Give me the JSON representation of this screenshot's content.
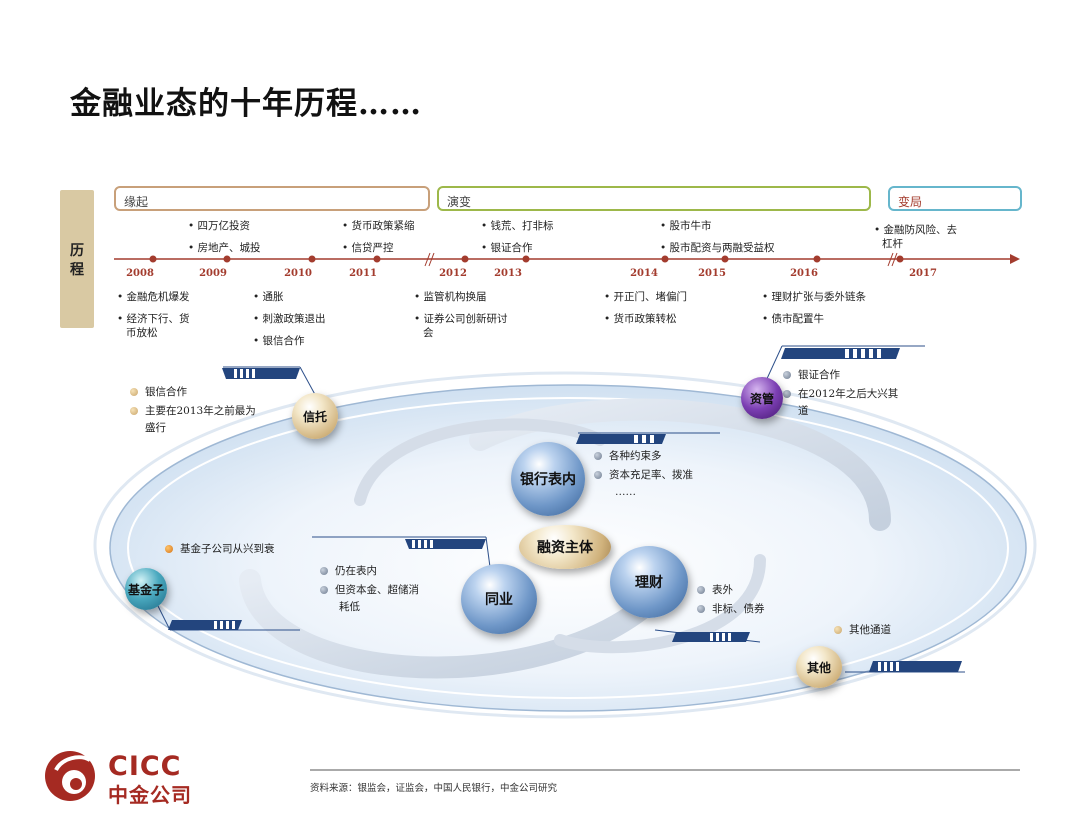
{
  "title": "金融业态的十年历程……",
  "side_label": [
    "历",
    "程"
  ],
  "phases": [
    "缘起",
    "演变",
    "变局"
  ],
  "years": [
    "2008",
    "2009",
    "2010",
    "2011",
    "2012",
    "2013",
    "2014",
    "2015",
    "2016",
    "2017"
  ],
  "events_above": [
    [
      "• 四万亿投资",
      "• 房地产、城投"
    ],
    [
      "• 货币政策紧缩",
      "• 信贷严控"
    ],
    [
      "• 钱荒、打非标",
      "• 银证合作"
    ],
    [
      "• 股市牛市",
      "• 股市配资与两融受益权"
    ],
    [
      "• 金融防风险、去",
      "杠杆"
    ]
  ],
  "events_below": [
    [
      "• 金融危机爆发",
      "• 经济下行、货",
      "币放松"
    ],
    [
      "• 通胀",
      "• 刺激政策退出",
      "• 银信合作"
    ],
    [
      "• 监管机构换届",
      "• 证券公司创新研讨",
      "会"
    ],
    [
      "• 开正门、堵偏门",
      "• 货币政策转松"
    ],
    [
      "• 理财扩张与委外链条",
      "• 债市配置牛"
    ]
  ],
  "nodes": {
    "trust": "信托",
    "asset_mgmt": "资管",
    "bank_balance": "银行表内",
    "financing_entity": "融资主体",
    "fund_sub": "基金子",
    "interbank": "同业",
    "wealth": "理财",
    "other": "其他"
  },
  "notes": {
    "trust": [
      "银信合作",
      "主要在2013年之前最为",
      "盛行"
    ],
    "asset_mgmt": [
      "银证合作",
      "在2012年之后大兴其",
      "道"
    ],
    "bank_balance": [
      "各种约束多",
      "资本充足率、拨准",
      "……"
    ],
    "fund_sub": [
      "基金子公司从兴到衰"
    ],
    "interbank": [
      "仍在表内",
      "但资本金、超储消",
      "耗低"
    ],
    "wealth": [
      "表外",
      "非标、债券"
    ],
    "other": [
      "其他通道"
    ]
  },
  "source": "资料来源：银监会，证监会，中国人民银行，中金公司研究",
  "logo": {
    "line1": "CICC",
    "line2": "中金公司"
  },
  "colors": {
    "timeline": "#a33c2e",
    "phase1": "#c8a07a",
    "phase2": "#9db84a",
    "phase3": "#66b6cc",
    "brand": "#a52a22"
  }
}
